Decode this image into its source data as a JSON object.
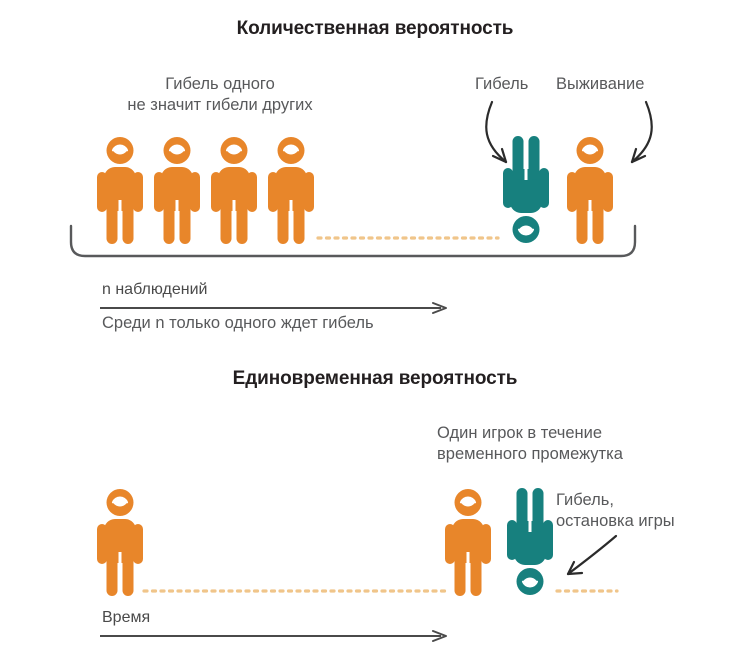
{
  "colors": {
    "orange": "#E8862A",
    "teal": "#17807E",
    "dotted": "#F0C58A",
    "dark_text": "#231f20",
    "body_text": "#58595b",
    "line": "#4a4a4a",
    "background": "#ffffff"
  },
  "section_one": {
    "title": "Количественная вероятность",
    "group_caption_line1": "Гибель одного",
    "group_caption_line2": "не значит гибели других",
    "label_death": "Гибель",
    "label_survival": "Выживание",
    "axis_label": "n наблюдений",
    "axis_sub": "Среди n только одного ждет гибель",
    "people_count": 4,
    "outcome_death_count": 1,
    "outcome_survival_count": 1
  },
  "section_two": {
    "title": "Единовременная вероятность",
    "caption_line1": "Один игрок в течение",
    "caption_line2": "временного промежутка",
    "label_death_line1": "Гибель,",
    "label_death_line2": "остановка игры",
    "axis_label": "Время",
    "people_count": 1,
    "outcome_survival_count": 1,
    "outcome_death_count": 1
  },
  "icons": {
    "person_alive": "person-standing-icon",
    "person_dead": "person-inverted-icon",
    "arrow_curved": "curved-arrow-icon",
    "arrow_straight": "straight-arrow-icon",
    "bracket": "group-bracket-icon",
    "dotted_line": "dotted-connector-icon"
  }
}
